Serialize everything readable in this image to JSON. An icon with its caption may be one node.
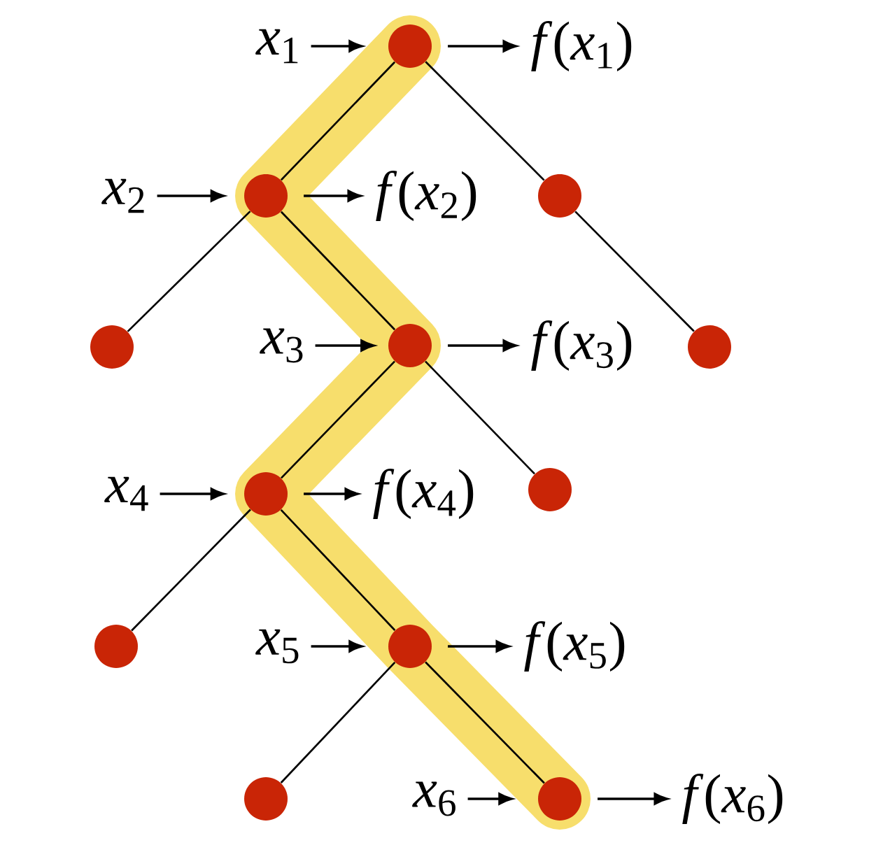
{
  "diagram": {
    "nodes": [
      {
        "text": [
          "*x*$_{1}$"
        ]
      },
      {
        "text": [],
        "shape": "circle"
      },
      {
        "text": [
          "*f*(*x*$_{1}$)"
        ]
      },
      {
        "text": [
          "*x*$_{2}$"
        ]
      },
      {
        "text": [],
        "shape": "circle"
      },
      {
        "text": [
          "*f*(*x*$_{2}$)"
        ]
      },
      {
        "text": [],
        "shape": "circle"
      },
      {
        "text": [],
        "shape": "circle"
      },
      {
        "text": [
          "*x*$_{3}$"
        ]
      },
      {
        "text": [],
        "shape": "circle"
      },
      {
        "text": [
          "*f*(*x*$_{3}$)"
        ]
      },
      {
        "text": [],
        "shape": "circle"
      },
      {
        "text": [
          "*x*$_{4}$"
        ]
      },
      {
        "text": [],
        "shape": "circle"
      },
      {
        "text": [
          "*f*(*x*$_{4}$)"
        ]
      },
      {
        "text": [],
        "shape": "circle"
      },
      {
        "text": [],
        "shape": "circle"
      },
      {
        "text": [
          "*x*$_{5}$"
        ]
      },
      {
        "text": [],
        "shape": "circle"
      },
      {
        "text": [
          "*f*(*x*$_{5}$)"
        ]
      },
      {
        "text": [],
        "shape": "circle"
      },
      {
        "text": [
          "*x*$_{6}$"
        ]
      },
      {
        "text": [],
        "shape": "circle"
      },
      {
        "text": [
          "*f*(*x*$_{6}$)"
        ]
      }
    ],
    "edges": [
      {
        "from": 0,
        "to": 1,
        "arrow": "to"
      },
      {
        "from": 1,
        "to": 2,
        "arrow": "to"
      },
      {
        "from": 1,
        "to": 4,
        "arrow": "none"
      },
      {
        "from": 1,
        "to": 6,
        "arrow": "none"
      },
      {
        "from": 3,
        "to": 4,
        "arrow": "to"
      },
      {
        "from": 4,
        "to": 5,
        "arrow": "to"
      },
      {
        "from": 4,
        "to": 7,
        "arrow": "none"
      },
      {
        "from": 4,
        "to": 9,
        "arrow": "none"
      },
      {
        "from": 6,
        "to": 11,
        "arrow": "none"
      },
      {
        "from": 8,
        "to": 9,
        "arrow": "to"
      },
      {
        "from": 9,
        "to": 10,
        "arrow": "to"
      },
      {
        "from": 9,
        "to": 13,
        "arrow": "none"
      },
      {
        "from": 9,
        "to": 15,
        "arrow": "none"
      },
      {
        "from": 12,
        "to": 13,
        "arrow": "to"
      },
      {
        "from": 13,
        "to": 14,
        "arrow": "to"
      },
      {
        "from": 13,
        "to": 16,
        "arrow": "none"
      },
      {
        "from": 13,
        "to": 18,
        "arrow": "none"
      },
      {
        "from": 17,
        "to": 18,
        "arrow": "to"
      },
      {
        "from": 18,
        "to": 19,
        "arrow": "to"
      },
      {
        "from": 18,
        "to": 20,
        "arrow": "none"
      },
      {
        "from": 18,
        "to": 22,
        "arrow": "none"
      },
      {
        "from": 21,
        "to": 22,
        "arrow": "to"
      },
      {
        "from": 22,
        "to": 23,
        "arrow": "to"
      }
    ]
  }
}
